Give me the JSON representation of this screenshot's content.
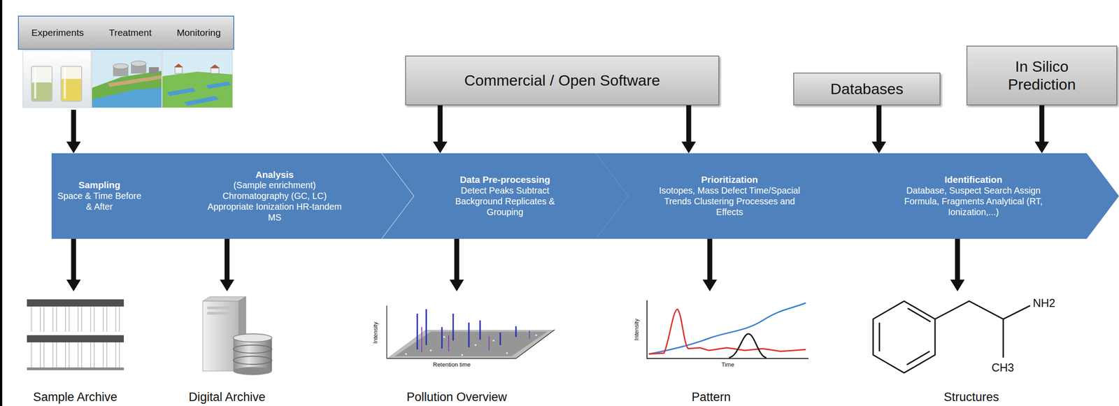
{
  "diagram": {
    "nodes": [
      {
        "text": [
          "Experiments",
          "Treatment",
          "Monitoring"
        ]
      },
      {
        "text": [
          "Commercial / Open Software"
        ]
      },
      {
        "text": [
          "Databases"
        ]
      },
      {
        "text": [
          "In Silico Prediction"
        ]
      },
      {
        "text": [
          "Sampling",
          "Space & Time Before & After"
        ]
      },
      {
        "text": [
          "Analysis",
          "(Sample enrichment) Chromatography (GC, LC) Appropriate Ionization HR-tandem MS"
        ]
      },
      {
        "text": [
          "Data Pre-processing",
          "Detect Peaks Subtract Background Replicates & Grouping"
        ]
      },
      {
        "text": [
          "Prioritization",
          "Isotopes, Mass Defect Time/Spacial Trends Clustering Processes and Effects"
        ]
      },
      {
        "text": [
          "Identification",
          "Database, Suspect Search Assign Formula, Fragments Analytical (RT, Ionization,...)"
        ]
      },
      {
        "text": [
          "Sample Archive"
        ]
      },
      {
        "text": [
          "Digital Archive"
        ]
      },
      {
        "text": [
          "Pollution Overview"
        ]
      },
      {
        "text": [
          "Pattern"
        ]
      },
      {
        "text": [
          "Structures"
        ]
      }
    ],
    "edges": [
      {
        "from": 0,
        "to": 4,
        "arrow": "to"
      },
      {
        "from": 1,
        "to": 6,
        "arrow": "to"
      },
      {
        "from": 1,
        "to": 7,
        "arrow": "to"
      },
      {
        "from": 2,
        "to": 8,
        "arrow": "to"
      },
      {
        "from": 3,
        "to": 8,
        "arrow": "to"
      },
      {
        "from": 4,
        "to": 9,
        "arrow": "to"
      },
      {
        "from": 5,
        "to": 10,
        "arrow": "to"
      },
      {
        "from": 6,
        "to": 11,
        "arrow": "to"
      },
      {
        "from": 7,
        "to": 12,
        "arrow": "to"
      },
      {
        "from": 8,
        "to": 13,
        "arrow": "to"
      }
    ],
    "labels": [
      "Intensity",
      "Retention time",
      "Intensity",
      "Time",
      "NH2",
      "CH3"
    ]
  }
}
